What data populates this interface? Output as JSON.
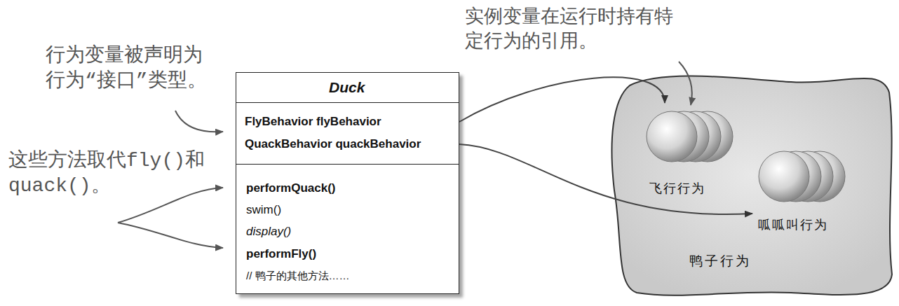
{
  "diagram": {
    "nodes": [
      {
        "text": [
          "Duck",
          "FlyBehavior flyBehavior",
          "QuackBehavior quackBehavior",
          "performQuack()",
          "swim()",
          "display()",
          "performFly()",
          "// 鸭子的其他方法……"
        ]
      },
      {
        "text": [
          "鸭子行为"
        ]
      },
      {
        "text": [
          "飞行行为"
        ],
        "in": 1
      },
      {
        "text": [
          "呱呱叫行为"
        ],
        "in": 1
      }
    ],
    "edges": [
      {
        "from": 0,
        "to": 2,
        "arrow": "to"
      },
      {
        "from": 0,
        "to": 3,
        "arrow": "to"
      }
    ],
    "labels": [
      "实例变量在运行时持有特 定行为的引用。",
      "行为变量被声明为 行为“接口”类型。",
      "这些方法取代fly()和 quack()。"
    ]
  }
}
